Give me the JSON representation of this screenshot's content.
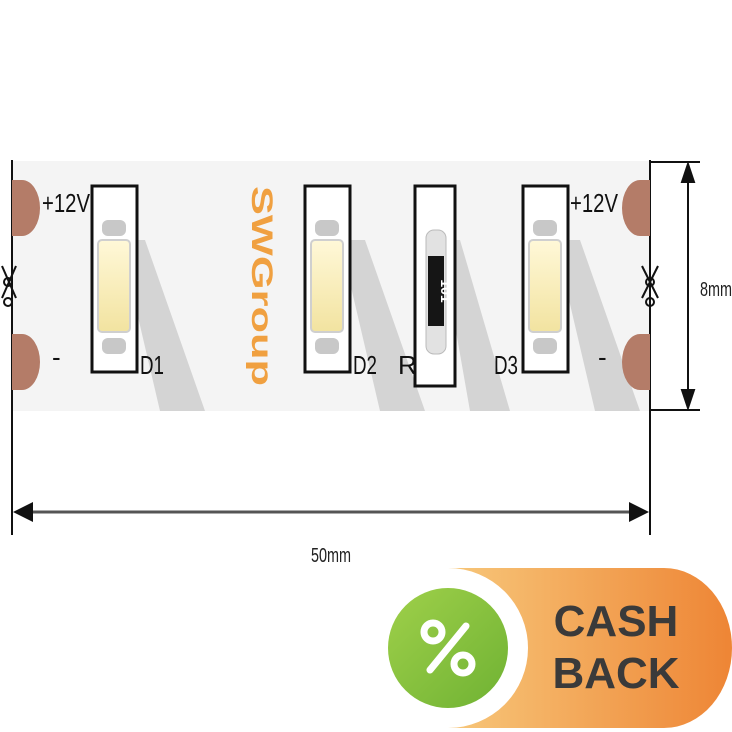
{
  "strip": {
    "brand": "SWGroup",
    "pad_top_left_label": "+12V",
    "pad_bottom_left_label": "-",
    "pad_top_right_label": "+12V",
    "pad_bottom_right_label": "-",
    "led_labels": [
      "D1",
      "D2",
      "D3"
    ],
    "resistor_label": "R",
    "resistor_code": "101",
    "width_dimension": "8mm",
    "length_dimension": "50mm",
    "colors": {
      "strip": "#f3f3f3",
      "pad": "#b07a66",
      "brand": "#f0a040",
      "led": "#f6e9b0",
      "shadow": "#d6d6d6"
    }
  },
  "badge": {
    "line1": "CASH",
    "line2": "BACK",
    "icon": "percent-icon",
    "colors": {
      "left": "#f6c06a",
      "right": "#ef8a3a",
      "circle": "#8cc63f"
    }
  }
}
